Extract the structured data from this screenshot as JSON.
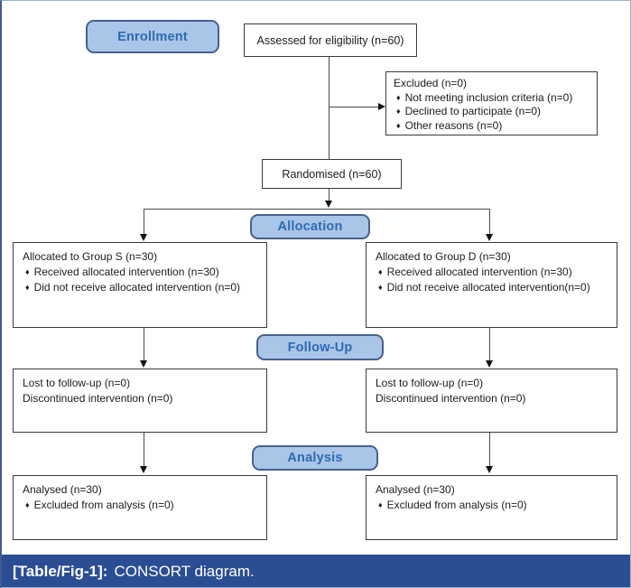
{
  "figure": {
    "caption_label": "[Table/Fig-1]:",
    "caption_text": "CONSORT diagram."
  },
  "stage_labels": {
    "enrollment": "Enrollment",
    "allocation": "Allocation",
    "followup": "Follow-Up",
    "analysis": "Analysis"
  },
  "flow": {
    "assessed": "Assessed for eligibility (n=60)",
    "excluded": {
      "title": "Excluded (n=0)",
      "bullets": [
        "Not meeting inclusion criteria (n=0)",
        "Declined to participate (n=0)",
        "Other reasons (n=0)"
      ]
    },
    "randomised": "Randomised (n=60)",
    "allocation_left": {
      "title": "Allocated to Group S (n=30)",
      "bullets": [
        "Received allocated intervention (n=30)",
        "Did not receive allocated intervention (n=0)"
      ]
    },
    "allocation_right": {
      "title": "Allocated to Group D (n=30)",
      "bullets": [
        "Received allocated intervention (n=30)",
        "Did not receive allocated intervention(n=0)"
      ]
    },
    "followup_left": {
      "line1": "Lost to follow-up (n=0)",
      "line2": "Discontinued intervention (n=0)"
    },
    "followup_right": {
      "line1": "Lost to follow-up (n=0)",
      "line2": "Discontinued intervention (n=0)"
    },
    "analysis_left": {
      "title": "Analysed (n=30)",
      "bullets": [
        "Excluded from analysis (n=0)"
      ]
    },
    "analysis_right": {
      "title": "Analysed (n=30)",
      "bullets": [
        "Excluded from analysis (n=0)"
      ]
    }
  },
  "icons": {
    "bullet_glyph": "♦"
  },
  "colors": {
    "stage_pill_fill": "#a9c6e8",
    "stage_pill_border": "#47618c",
    "stage_pill_text": "#2f6ab2",
    "caption_bar": "#2a4d94",
    "caption_text": "#ffffff"
  }
}
